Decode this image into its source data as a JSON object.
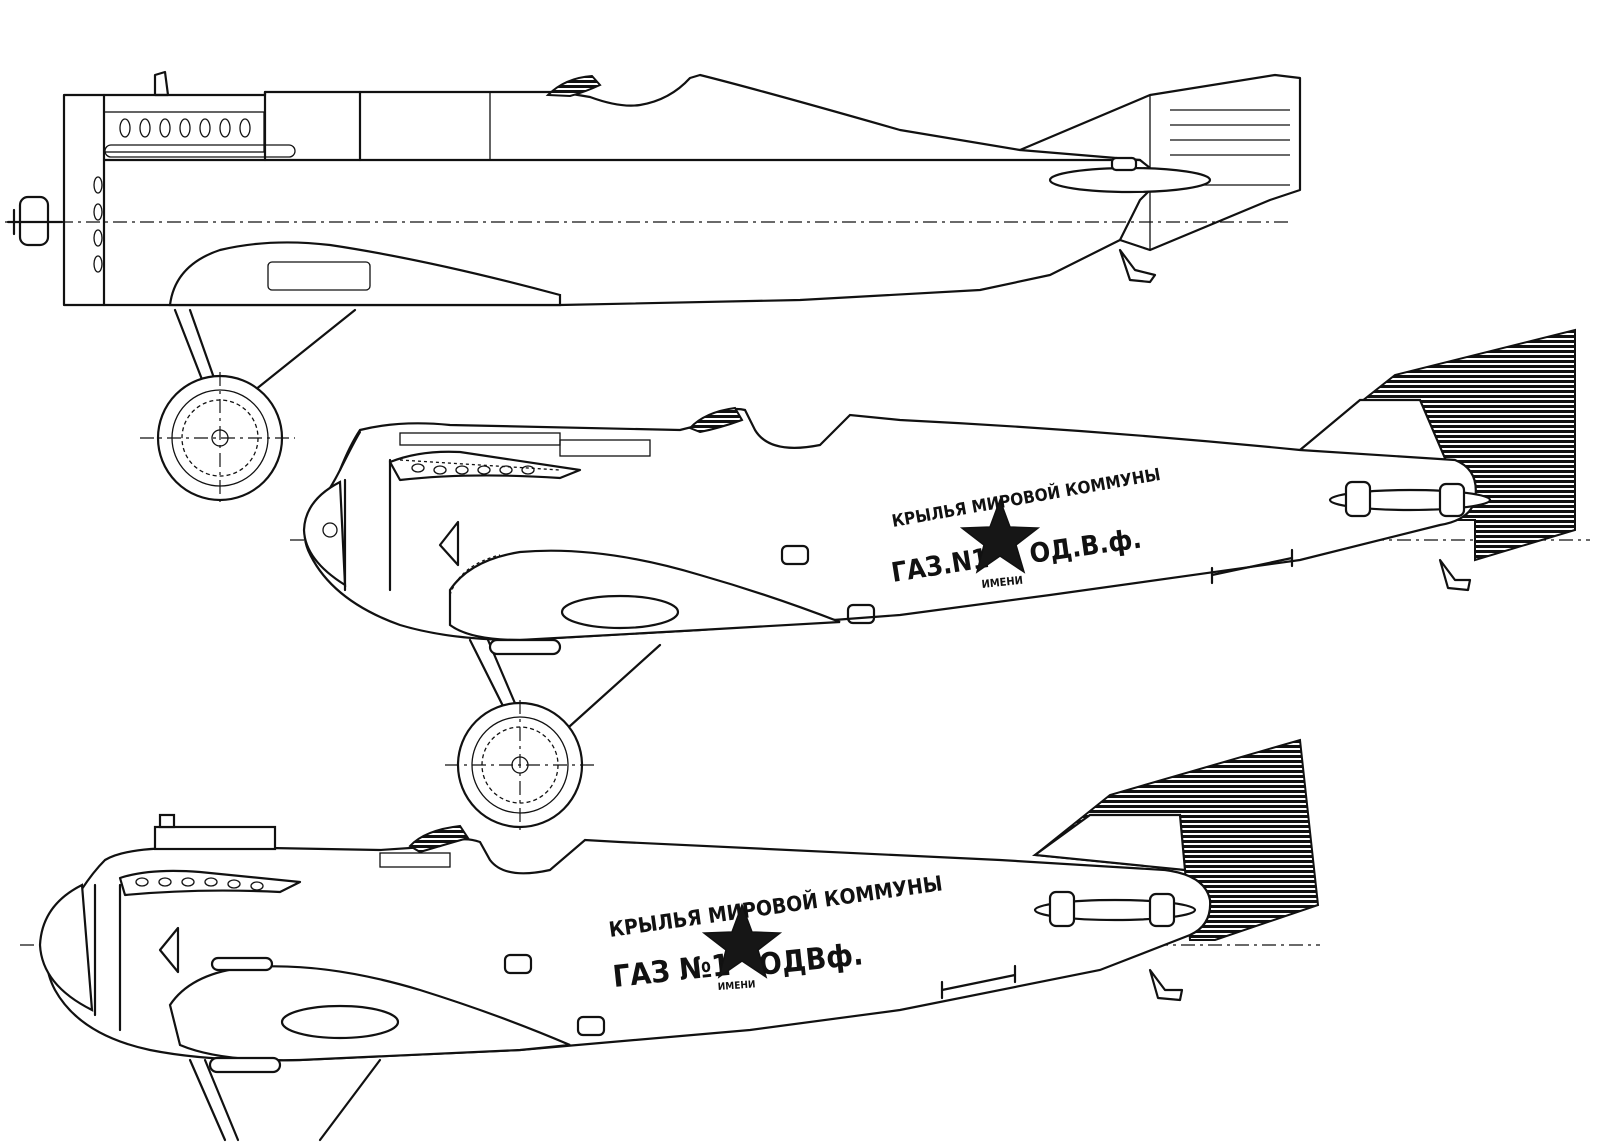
{
  "drawing": {
    "views": [
      {
        "name": "top-view"
      },
      {
        "name": "side-view-1"
      },
      {
        "name": "side-view-2"
      }
    ]
  },
  "markings": {
    "upper": {
      "line1": "КРЫЛЬЯ МИРОВОЙ КОММУНЫ",
      "line2_left": "ГАЗ.N1",
      "line2_small": "ИМЕНИ",
      "line2_right": "ОД.В.ф."
    },
    "lower": {
      "line1": "КРЫЛЬЯ МИРОВОЙ КОММУНЫ",
      "line2_left": "ГАЗ №1",
      "line2_small": "ИМЕНИ",
      "line2_right": "ОДВф."
    }
  },
  "colors": {
    "ink": "#111111",
    "paper": "#ffffff"
  }
}
